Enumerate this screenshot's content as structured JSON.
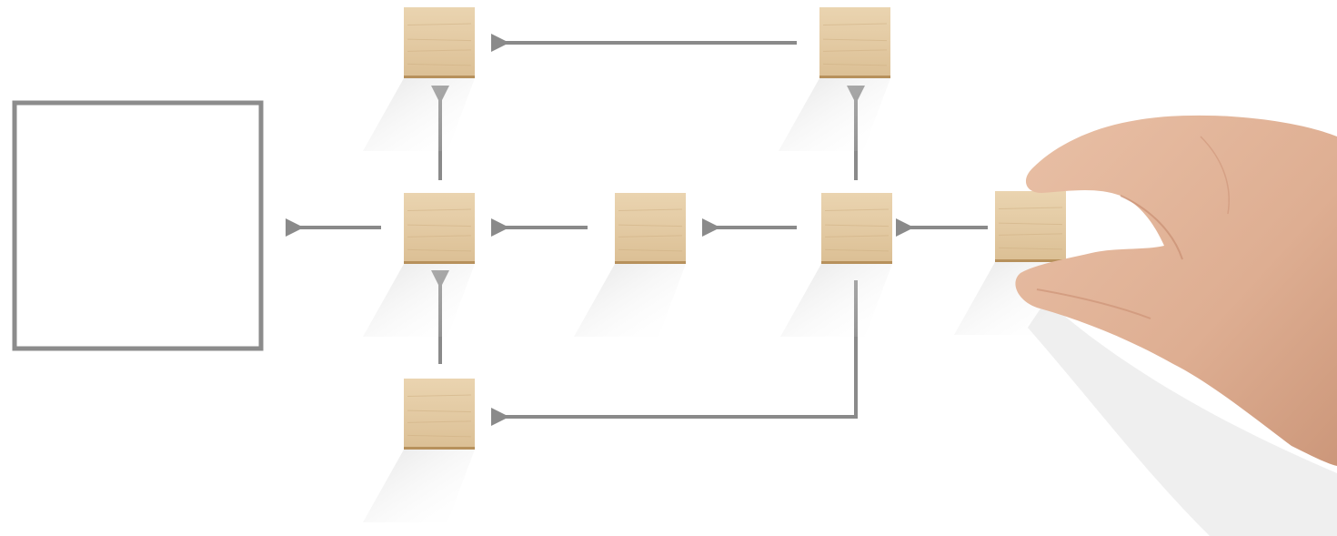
{
  "diagram": {
    "colors": {
      "background": "#ffffff",
      "arrow": "#8a8a8a",
      "frame": "#8c8c8c",
      "wood_face": "#e3caa3",
      "wood_grain": "#cfb083",
      "wood_edge": "#b7915c",
      "shadow": "#d9d9d9",
      "skin": "#e2b59a",
      "skin_shade": "#c98e72"
    },
    "nodes": [
      {
        "id": "block-top-left"
      },
      {
        "id": "block-top-right"
      },
      {
        "id": "block-mid-left"
      },
      {
        "id": "block-mid-center"
      },
      {
        "id": "block-mid-right"
      },
      {
        "id": "block-bottom-left"
      },
      {
        "id": "block-held-by-hand"
      }
    ],
    "target": {
      "id": "empty-target-frame"
    },
    "edges": [
      {
        "from": "block-top-right",
        "to": "block-top-left"
      },
      {
        "from": "block-mid-right",
        "to": "block-top-right"
      },
      {
        "from": "block-mid-left",
        "to": "block-top-left"
      },
      {
        "from": "block-mid-left",
        "to": "empty-target-frame"
      },
      {
        "from": "block-mid-center",
        "to": "block-mid-left"
      },
      {
        "from": "block-mid-right",
        "to": "block-mid-center"
      },
      {
        "from": "block-held-by-hand",
        "to": "block-mid-right"
      },
      {
        "from": "block-bottom-left",
        "to": "block-mid-left"
      },
      {
        "from": "block-mid-right",
        "to": "block-bottom-left"
      }
    ]
  }
}
